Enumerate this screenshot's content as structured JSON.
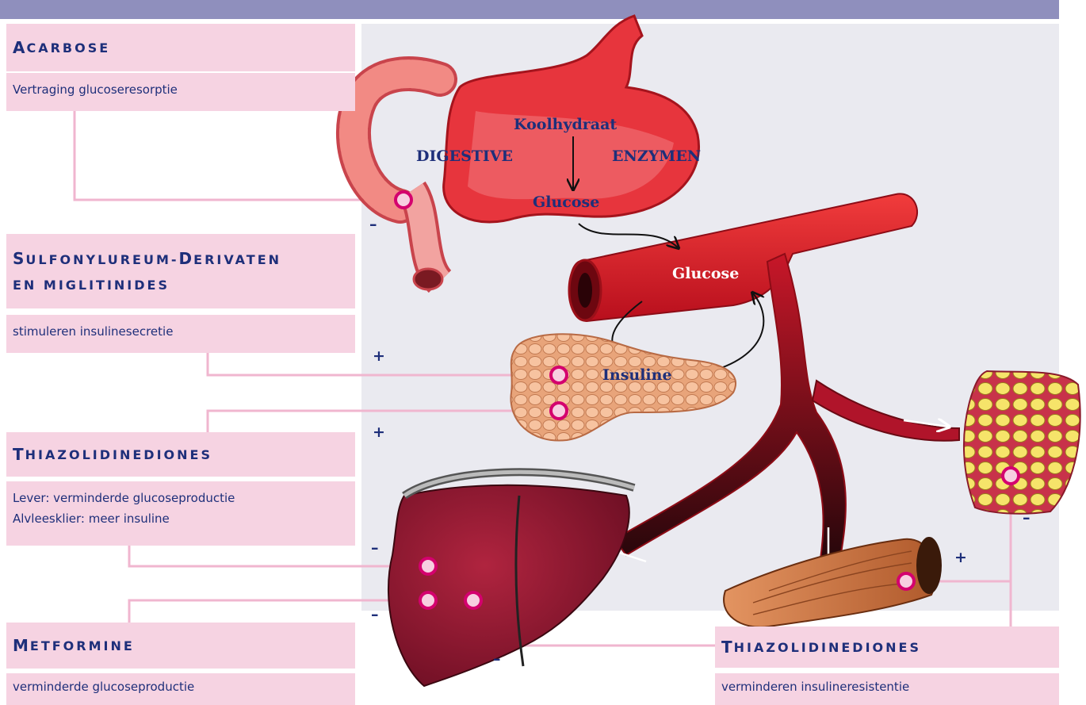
{
  "boxes": {
    "acarbose": {
      "title_cap": "A",
      "title_rest": "carbose",
      "desc": "Vertraging glucoseresorptie"
    },
    "sulfonyl": {
      "line1_cap1": "S",
      "line1_rest1": "ulfonylureum-",
      "line1_cap2": "D",
      "line1_rest2": "erivaten",
      "line2": "en miglitinides",
      "desc": "stimuleren insulinesecretie"
    },
    "thiazo_left": {
      "title_cap": "T",
      "title_rest": "hiazolidinediones",
      "desc1": "Lever: verminderde glucoseproductie",
      "desc2": "Alvleesklier: meer insuline"
    },
    "metformine": {
      "title_cap": "M",
      "title_rest": "etformine",
      "desc": "verminderde glucoseproductie"
    },
    "thiazo_right": {
      "title_cap": "T",
      "title_rest": "hiazolidinediones",
      "desc": "verminderen insulineresistentie"
    }
  },
  "labels": {
    "koolhydraat": "Koolhydraat",
    "digestive": "DIGESTIVE",
    "enzymen": "ENZYMEN",
    "glucose_stomach": "Glucose",
    "glucose_vessel": "Glucose",
    "insuline": "Insuline"
  },
  "signs": {
    "intestine": "–",
    "pancreas_top": "+",
    "pancreas_bottom": "+",
    "liver_top": "–",
    "liver_bottom": "–",
    "liver_metformine": "–",
    "fat": "–",
    "muscle": "+"
  },
  "colors": {
    "header_bar": "#8f8fbd",
    "box_fill": "#f6d3e2",
    "text": "#1e2f7a",
    "connector": "#f0b6cf",
    "marker": "#d4006e"
  }
}
